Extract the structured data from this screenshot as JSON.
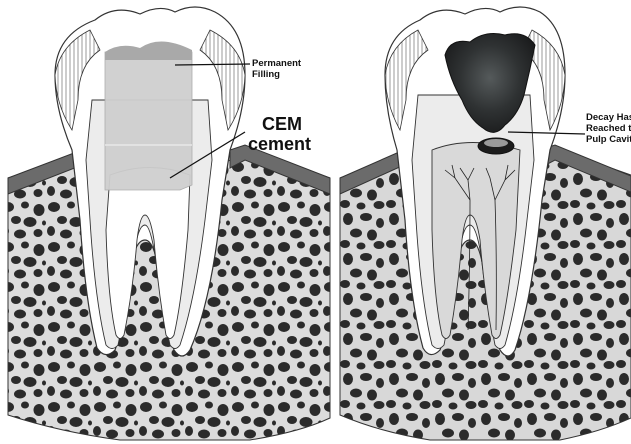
{
  "left_panel": {
    "label_filling": [
      "Permanent",
      "Filling"
    ],
    "label_cement": [
      "CEM",
      "cement"
    ]
  },
  "right_panel": {
    "label_decay": [
      "Decay Has",
      "Reached the",
      "Pulp Cavity"
    ]
  },
  "colors": {
    "bone_pore": "#2b2b2b",
    "bone_bg": "#d6d6d6",
    "gum": "#6b6b6b",
    "enamel_stroke": "#333333",
    "filling": "#c9c9c9",
    "decay": "#2d2f30"
  }
}
